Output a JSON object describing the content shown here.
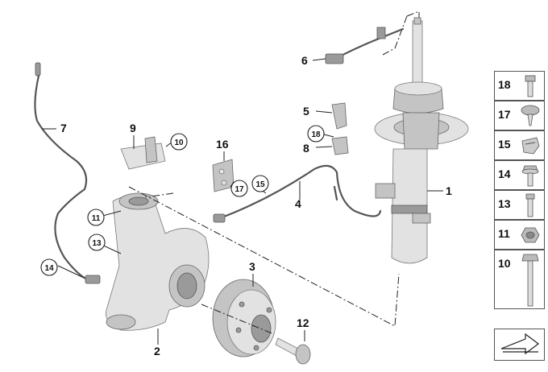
{
  "callouts": {
    "c1": "1",
    "c2": "2",
    "c3": "3",
    "c4": "4",
    "c5": "5",
    "c6": "6",
    "c7": "7",
    "c8": "8",
    "c9": "9",
    "c10": "10",
    "c11": "11",
    "c12": "12",
    "c13": "13",
    "c14": "14",
    "c15": "15",
    "c16": "16",
    "c17": "17",
    "c18": "18"
  },
  "legend": [
    {
      "number": "18",
      "icon": "bolt-short-icon"
    },
    {
      "number": "17",
      "icon": "pan-head-screw-icon"
    },
    {
      "number": "15",
      "icon": "cable-clip-icon"
    },
    {
      "number": "14",
      "icon": "flange-bolt-icon"
    },
    {
      "number": "13",
      "icon": "bolt-icon"
    },
    {
      "number": "11",
      "icon": "hex-nut-icon"
    },
    {
      "number": "10",
      "icon": "long-hex-bolt-icon"
    },
    {
      "number": "",
      "icon": "grease-arrow-icon"
    }
  ]
}
